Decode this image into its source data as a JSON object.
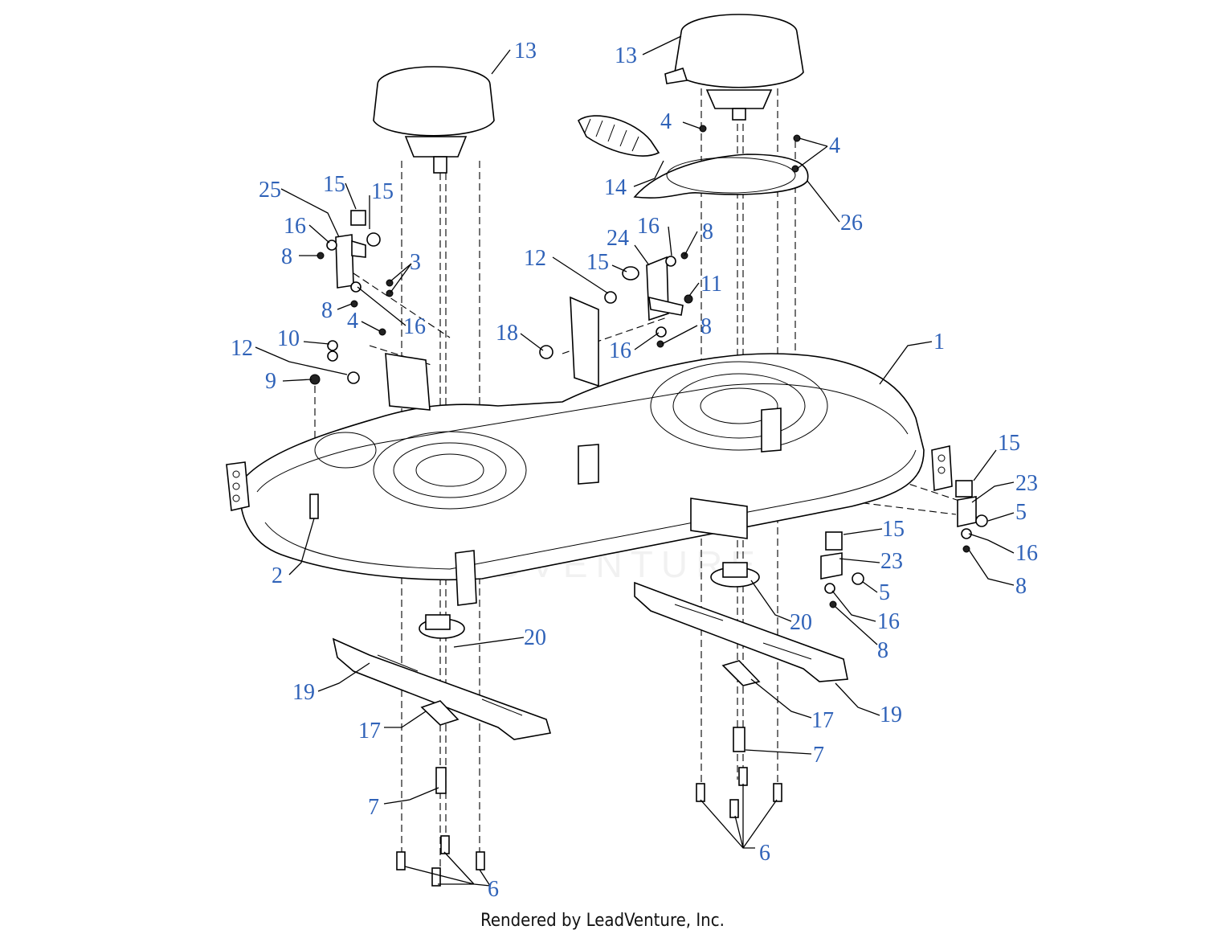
{
  "footer": {
    "rendered_by": "Rendered by LeadVenture, Inc."
  },
  "watermark": {
    "text": "LEADVENTURE"
  },
  "callouts": [
    {
      "label": "13"
    },
    {
      "label": "13"
    },
    {
      "label": "4"
    },
    {
      "label": "4"
    },
    {
      "label": "14"
    },
    {
      "label": "26"
    },
    {
      "label": "25"
    },
    {
      "label": "15"
    },
    {
      "label": "15"
    },
    {
      "label": "16"
    },
    {
      "label": "8"
    },
    {
      "label": "3"
    },
    {
      "label": "8"
    },
    {
      "label": "16"
    },
    {
      "label": "4"
    },
    {
      "label": "10"
    },
    {
      "label": "12"
    },
    {
      "label": "9"
    },
    {
      "label": "12"
    },
    {
      "label": "24"
    },
    {
      "label": "16"
    },
    {
      "label": "8"
    },
    {
      "label": "15"
    },
    {
      "label": "11"
    },
    {
      "label": "18"
    },
    {
      "label": "16"
    },
    {
      "label": "8"
    },
    {
      "label": "1"
    },
    {
      "label": "15"
    },
    {
      "label": "23"
    },
    {
      "label": "5"
    },
    {
      "label": "16"
    },
    {
      "label": "8"
    },
    {
      "label": "15"
    },
    {
      "label": "23"
    },
    {
      "label": "5"
    },
    {
      "label": "16"
    },
    {
      "label": "8"
    },
    {
      "label": "2"
    },
    {
      "label": "20"
    },
    {
      "label": "20"
    },
    {
      "label": "19"
    },
    {
      "label": "17"
    },
    {
      "label": "19"
    },
    {
      "label": "17"
    },
    {
      "label": "7"
    },
    {
      "label": "7"
    },
    {
      "label": "6"
    },
    {
      "label": "6"
    }
  ]
}
